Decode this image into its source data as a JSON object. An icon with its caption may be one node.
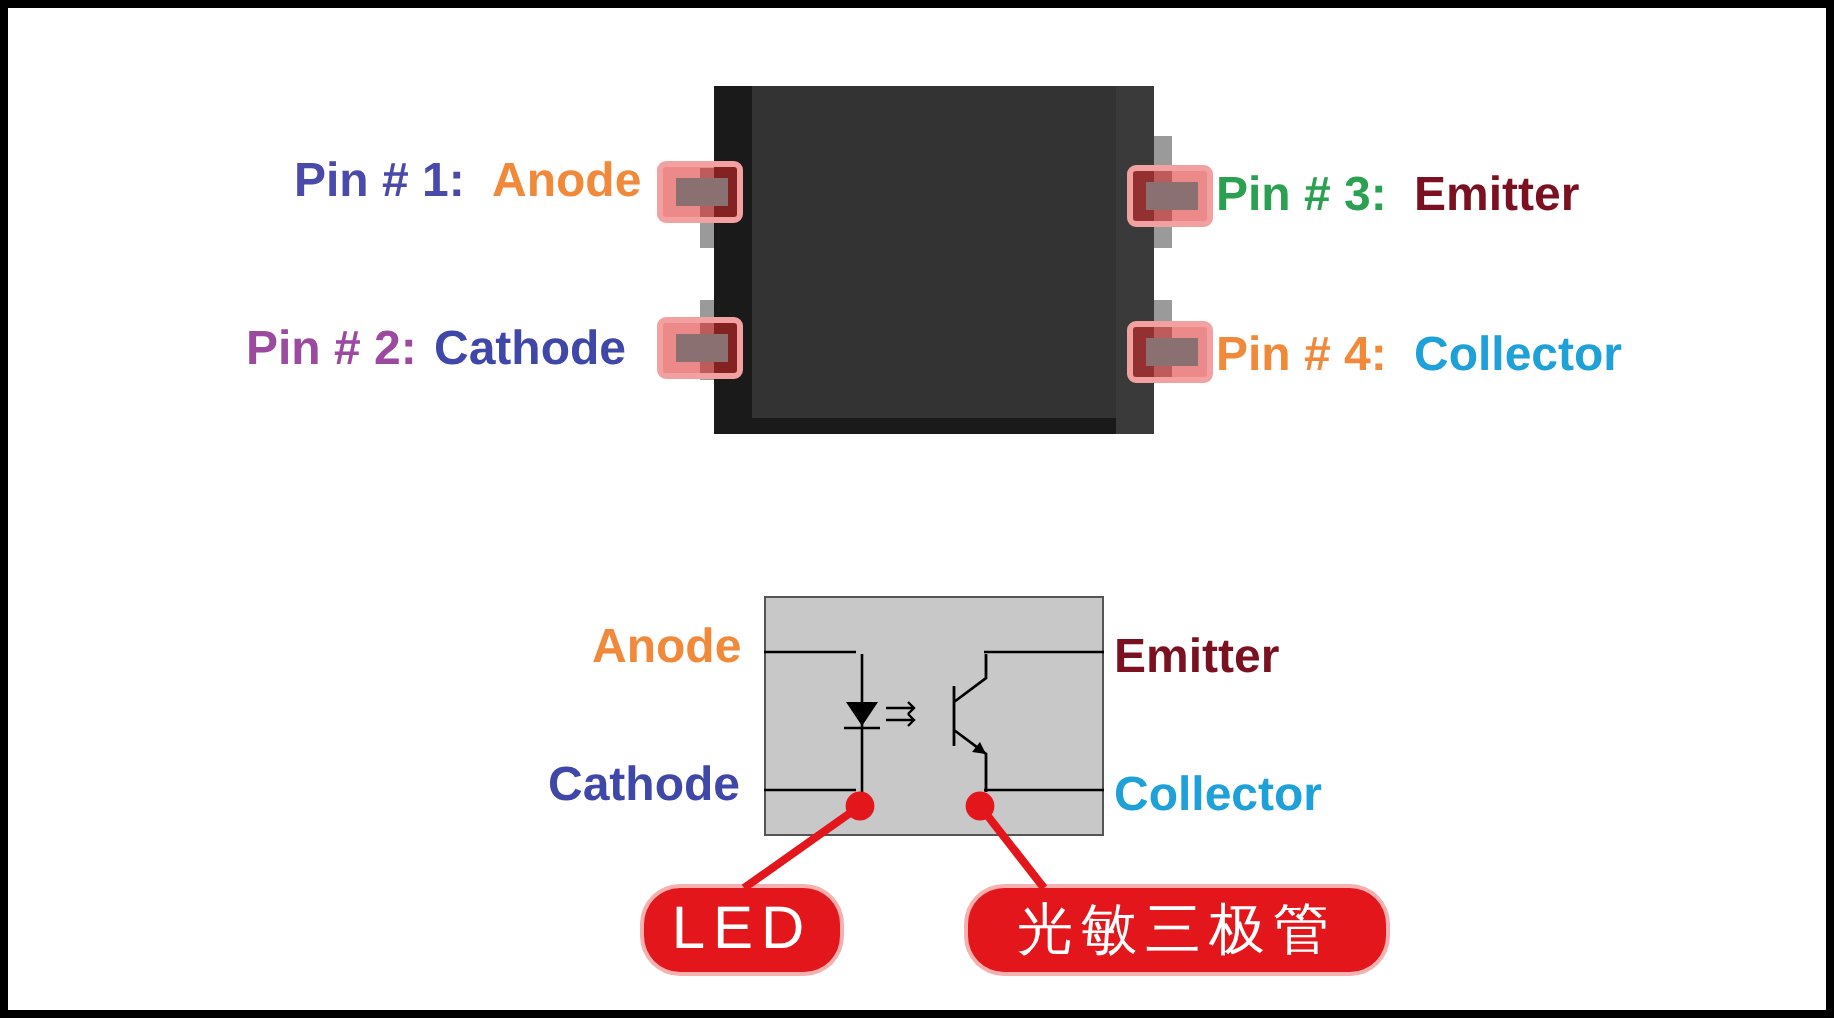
{
  "diagram": {
    "nodes": [
      {
        "text": [],
        "shape": "box"
      },
      {
        "text": [],
        "shape": "picture",
        "in": 0
      },
      {
        "text": [],
        "shape": "picture",
        "in": 0
      },
      {
        "text": [
          "LED"
        ]
      },
      {
        "text": [
          "光敏三极管"
        ]
      }
    ],
    "edges": [
      {
        "from": 3,
        "to": 1,
        "arrow": "other"
      },
      {
        "from": 4,
        "to": 2,
        "arrow": "other"
      }
    ],
    "labels": [
      "Pin # 1:",
      "Anode",
      "Pin # 3:",
      "Emitter",
      "Pin # 2:",
      "Cathode",
      "Pin # 4:",
      "Collector",
      "Anode",
      "Emitter",
      "Cathode",
      "Collector"
    ]
  }
}
